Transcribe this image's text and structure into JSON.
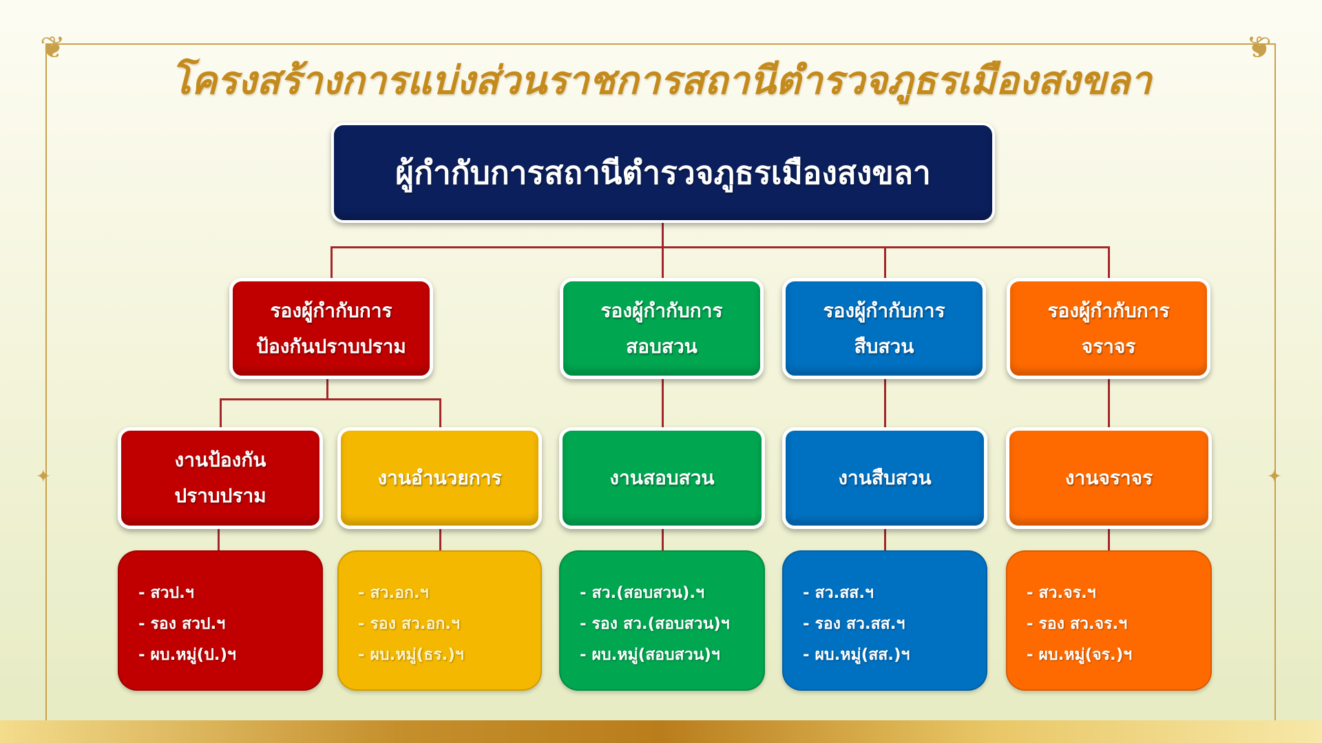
{
  "title": "โครงสร้างการแบ่งส่วนราชการสถานีตำรวจภูธรเมืองสงขลา",
  "chief": "ผู้กำกับการสถานีตำรวจภูธรเมืองสงขลา",
  "deputies": [
    {
      "line1": "รองผู้กำกับการ",
      "line2": "ป้องกันปราบปราม",
      "color": "#c00000"
    },
    {
      "line1": "รองผู้กำกับการ",
      "line2": "สอบสวน",
      "color": "#00a650"
    },
    {
      "line1": "รองผู้กำกับการ",
      "line2": "สืบสวน",
      "color": "#0070c0"
    },
    {
      "line1": "รองผู้กำกับการ",
      "line2": "จราจร",
      "color": "#ff6a00"
    }
  ],
  "units": [
    {
      "line1": "งานป้องกัน",
      "line2": "ปราบปราม",
      "items": [
        "- สวป.ฯ",
        "- รอง สวป.ฯ",
        "- ผบ.หมู่(ป.)ฯ"
      ],
      "color": "#c00000"
    },
    {
      "line1": "งานอำนวยการ",
      "items": [
        "- สว.อก.ฯ",
        "- รอง สว.อก.ฯ",
        "- ผบ.หมู่(ธร.)ฯ"
      ],
      "color": "#f5b800"
    },
    {
      "line1": "งานสอบสวน",
      "items": [
        "- สว.(สอบสวน).ฯ",
        "- รอง สว.(สอบสวน)ฯ",
        "- ผบ.หมู่(สอบสวน)ฯ"
      ],
      "color": "#00a650"
    },
    {
      "line1": "งานสืบสวน",
      "items": [
        "- สว.สส.ฯ",
        "- รอง สว.สส.ฯ",
        "- ผบ.หมู่(สส.)ฯ"
      ],
      "color": "#0070c0"
    },
    {
      "line1": "งานจราจร",
      "items": [
        "- สว.จร.ฯ",
        "- รอง สว.จร.ฯ",
        "- ผบ.หมู่(จร.)ฯ"
      ],
      "color": "#ff6a00"
    }
  ]
}
